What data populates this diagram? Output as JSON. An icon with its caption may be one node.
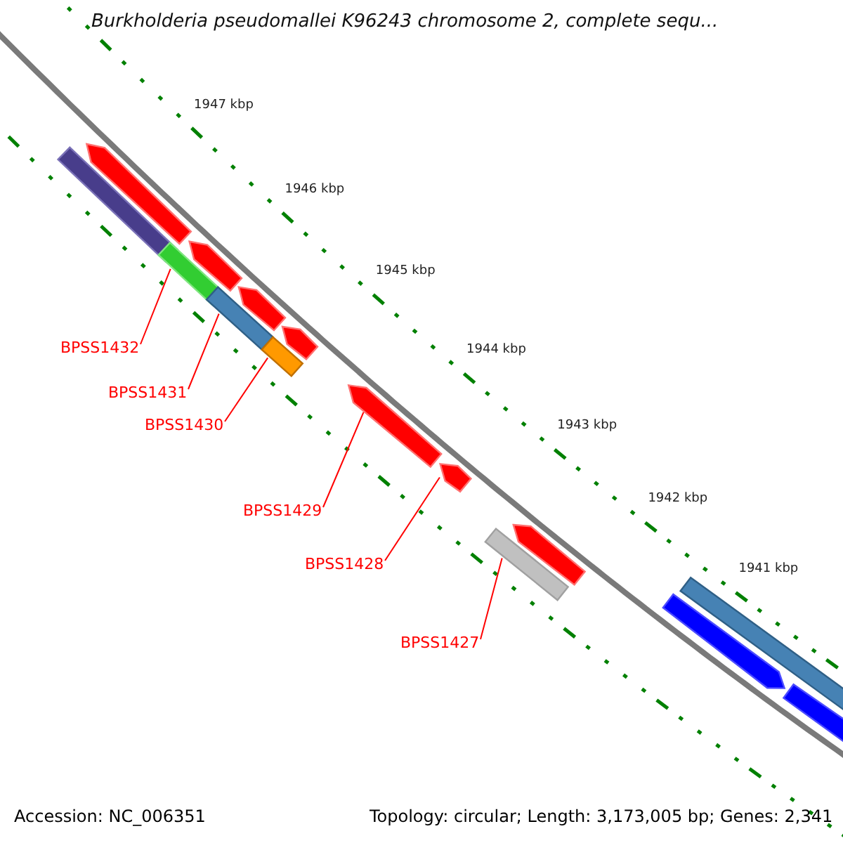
{
  "diagram": {
    "title": "Burkholderia pseudomallei K96243 chromosome 2, complete sequ...",
    "nodes": [
      {
        "text": [],
        "shape": "bar"
      },
      {
        "text": [],
        "shape": "arrow"
      },
      {
        "text": [],
        "shape": "bar"
      },
      {
        "text": [],
        "shape": "arrow"
      },
      {
        "text": [],
        "shape": "bar"
      },
      {
        "text": [],
        "shape": "arrow"
      },
      {
        "text": [],
        "shape": "bar"
      },
      {
        "text": [],
        "shape": "arrow"
      },
      {
        "text": [],
        "shape": "arrow"
      },
      {
        "text": [],
        "shape": "arrow"
      },
      {
        "text": [],
        "shape": "bar"
      },
      {
        "text": [],
        "shape": "arrow"
      },
      {
        "text": [],
        "shape": "arrow"
      },
      {
        "text": [],
        "shape": "bar"
      },
      {
        "text": [],
        "shape": "arrow"
      },
      {
        "text": [
          "BPSS1432"
        ]
      },
      {
        "text": [
          "BPSS1431"
        ]
      },
      {
        "text": [
          "BPSS1430"
        ]
      },
      {
        "text": [
          "BPSS1429"
        ]
      },
      {
        "text": [
          "BPSS1428"
        ]
      },
      {
        "text": [
          "BPSS1427"
        ]
      }
    ],
    "edges": [
      {
        "from": 15,
        "to": 2,
        "arrow": "none"
      },
      {
        "from": 16,
        "to": 4,
        "arrow": "none"
      },
      {
        "from": 17,
        "to": 6,
        "arrow": "none"
      },
      {
        "from": 18,
        "to": 8,
        "arrow": "none"
      },
      {
        "from": 19,
        "to": 9,
        "arrow": "none"
      },
      {
        "from": 20,
        "to": 10,
        "arrow": "none"
      }
    ],
    "labels": [
      "1947 kbp",
      "1946 kbp",
      "1945 kbp",
      "1944 kbp",
      "1943 kbp",
      "1942 kbp",
      "1941 kbp",
      "Accession: NC_006351",
      "Topology: circular; Length: 3,173,005 bp; Genes: 2,341"
    ]
  }
}
